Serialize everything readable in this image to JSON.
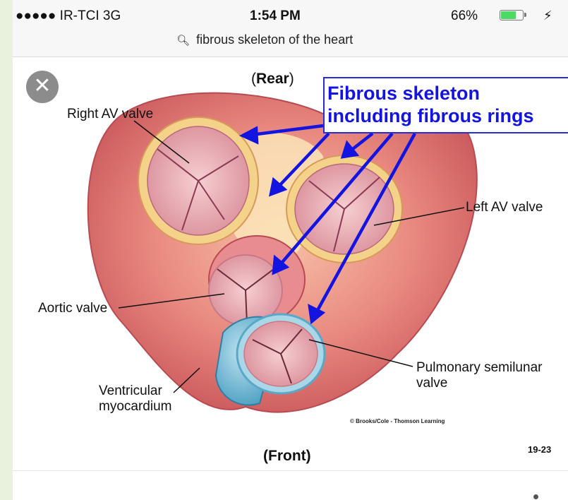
{
  "status_bar": {
    "carrier": "●●●●● IR-TCI  3G",
    "time": "1:54 PM",
    "battery_percent": "66%",
    "battery_level": 0.66,
    "charging_icon": "bolt-icon"
  },
  "search": {
    "query": "fibrous skeleton of the heart",
    "icon": "search-icon"
  },
  "viewer": {
    "close_icon": "close-icon",
    "close_glyph": "✕"
  },
  "figure": {
    "rear_open": "(",
    "rear_word": "Rear",
    "rear_close": ")",
    "callout_line1": "Fibrous skeleton",
    "callout_line2": "including fibrous rings",
    "labels": {
      "right_av_valve": "Right AV valve",
      "left_av_valve": "Left AV valve",
      "aortic_valve": "Aortic valve",
      "pulmonary_line1": "Pulmonary semilunar",
      "pulmonary_line2": "valve",
      "ventricular_line1": "Ventricular",
      "ventricular_line2": "myocardium"
    },
    "copyright": "© Brooks/Cole - Thomson Learning",
    "front": "(Front)",
    "figure_number": "19-23"
  },
  "colors": {
    "callout_blue": "#1414e0",
    "myocardium": "#e27772",
    "fibrous_ring": "#f4d28a",
    "pulmonary_blue": "#6fb9d6"
  }
}
